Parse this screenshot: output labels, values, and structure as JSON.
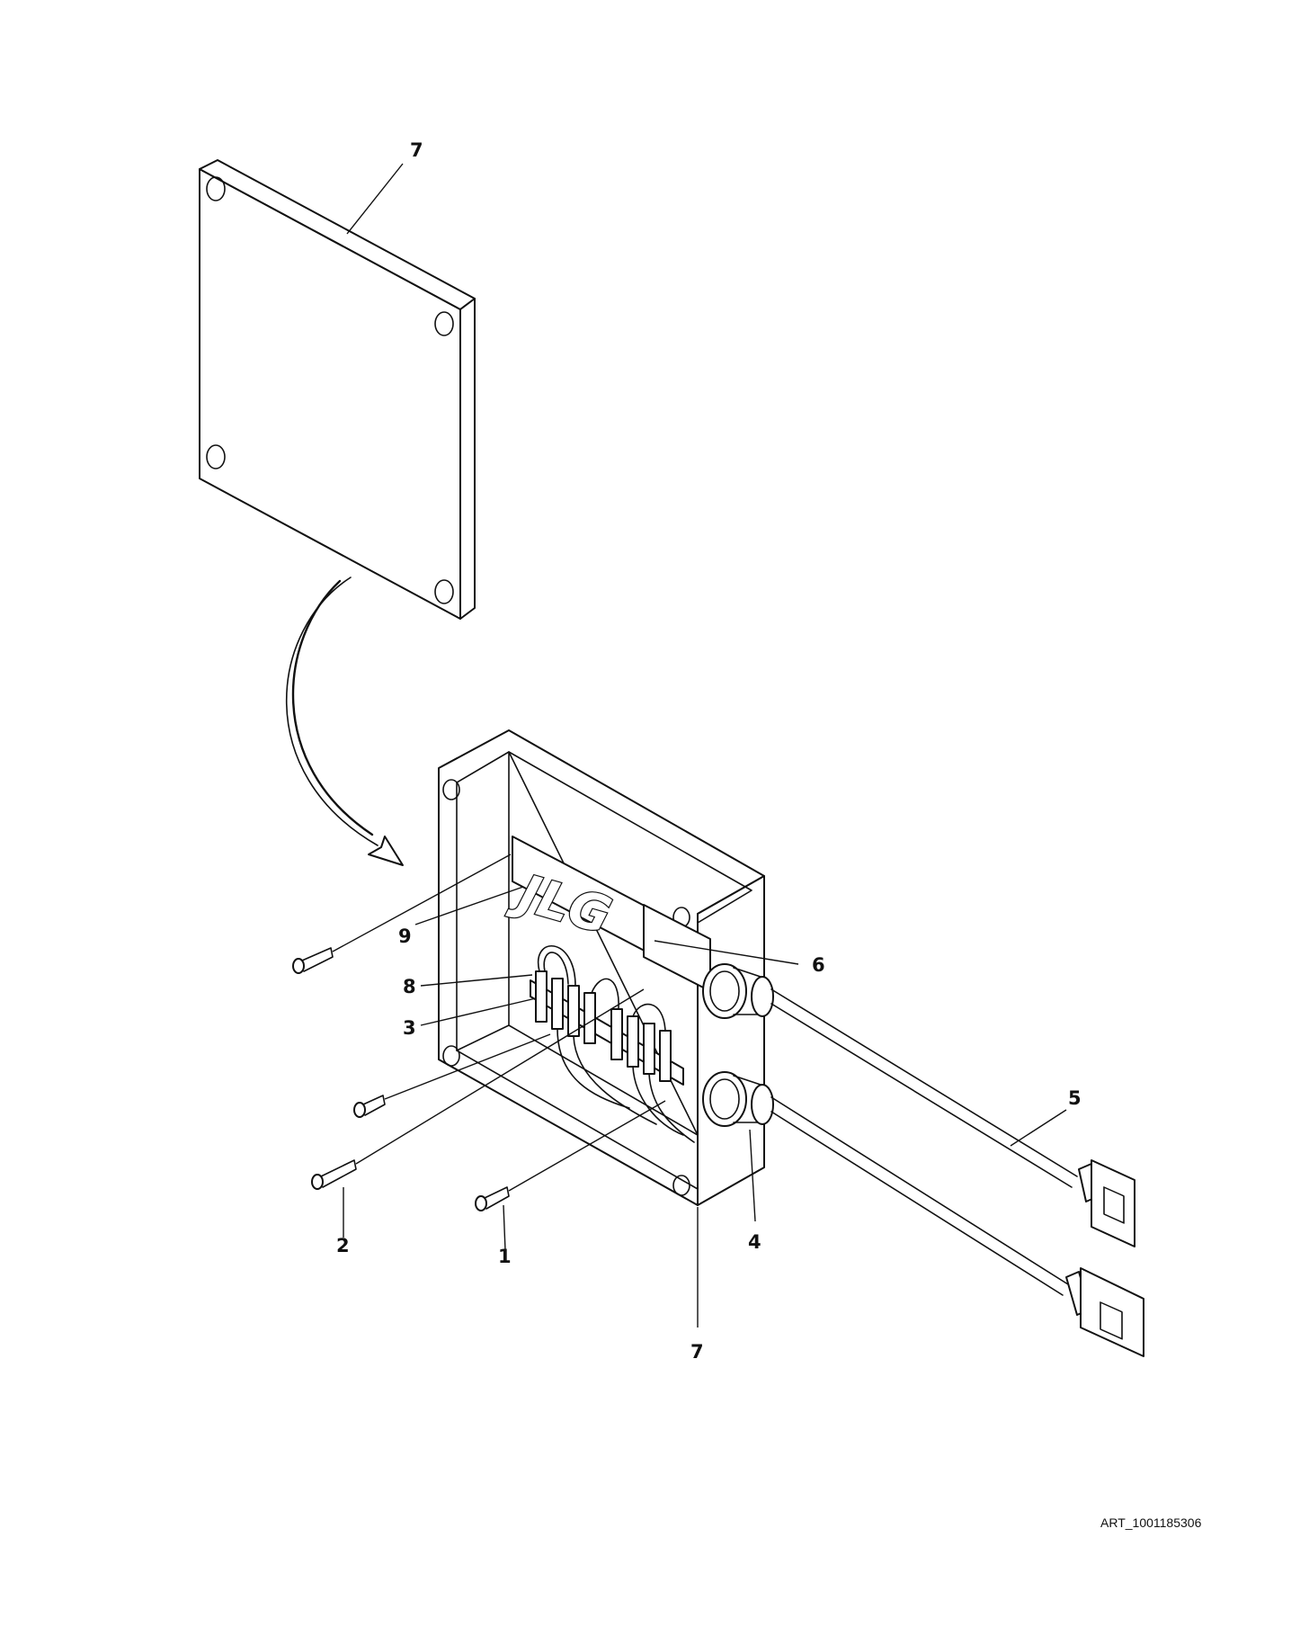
{
  "diagram": {
    "callouts": {
      "c7_top": "7",
      "c9": "9",
      "c8": "8",
      "c3": "3",
      "c6": "6",
      "c5": "5",
      "c2": "2",
      "c1": "1",
      "c4": "4",
      "c7_bottom": "7"
    },
    "logo_text": "JLG",
    "art_reference": "ART_1001185306"
  }
}
